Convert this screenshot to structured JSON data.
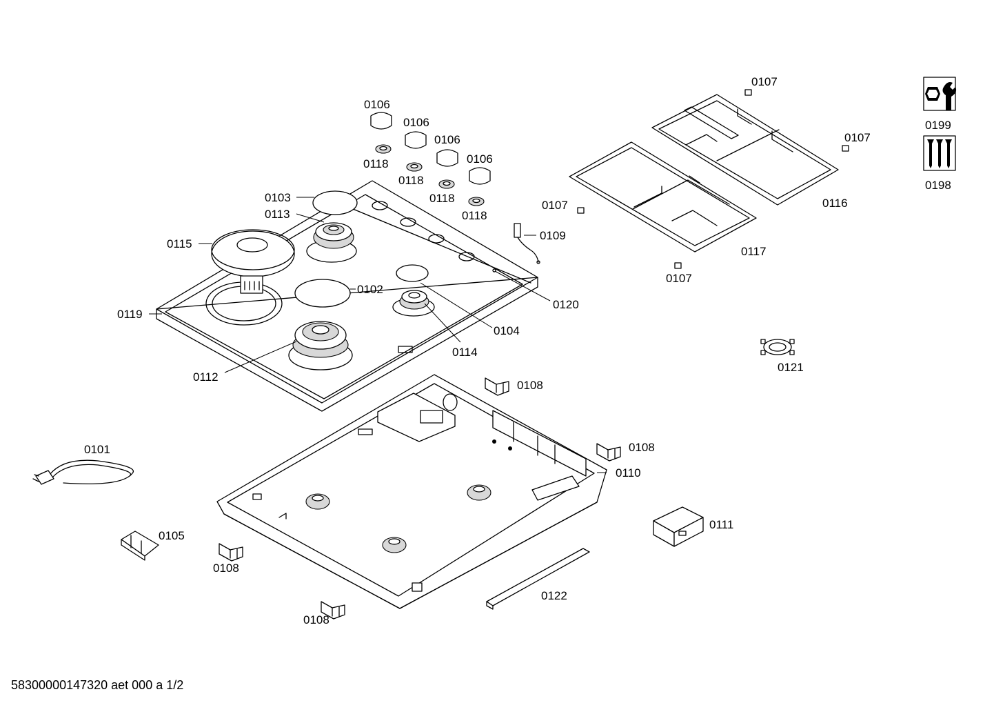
{
  "diagram": {
    "part_labels": {
      "l0106a": "0106",
      "l0106b": "0106",
      "l0106c": "0106",
      "l0106d": "0106",
      "l0118a": "0118",
      "l0118b": "0118",
      "l0118c": "0118",
      "l0118d": "0118",
      "l0103": "0103",
      "l0113": "0113",
      "l0115": "0115",
      "l0102": "0102",
      "l0119": "0119",
      "l0112": "0112",
      "l0104": "0104",
      "l0114": "0114",
      "l0120": "0120",
      "l0109": "0109",
      "l0107a": "0107",
      "l0107b": "0107",
      "l0107c": "0107",
      "l0107d": "0107",
      "l0116": "0116",
      "l0117": "0117",
      "l0199": "0199",
      "l0198": "0198",
      "l0121": "0121",
      "l0108a": "0108",
      "l0108b": "0108",
      "l0108c": "0108",
      "l0108d": "0108",
      "l0110": "0110",
      "l0101": "0101",
      "l0105": "0105",
      "l0111": "0111",
      "l0122": "0122"
    },
    "icons": [
      "wrench-nut-icon",
      "screws-icon"
    ],
    "footer": "58300000147320 aet 000 a 1/2"
  }
}
